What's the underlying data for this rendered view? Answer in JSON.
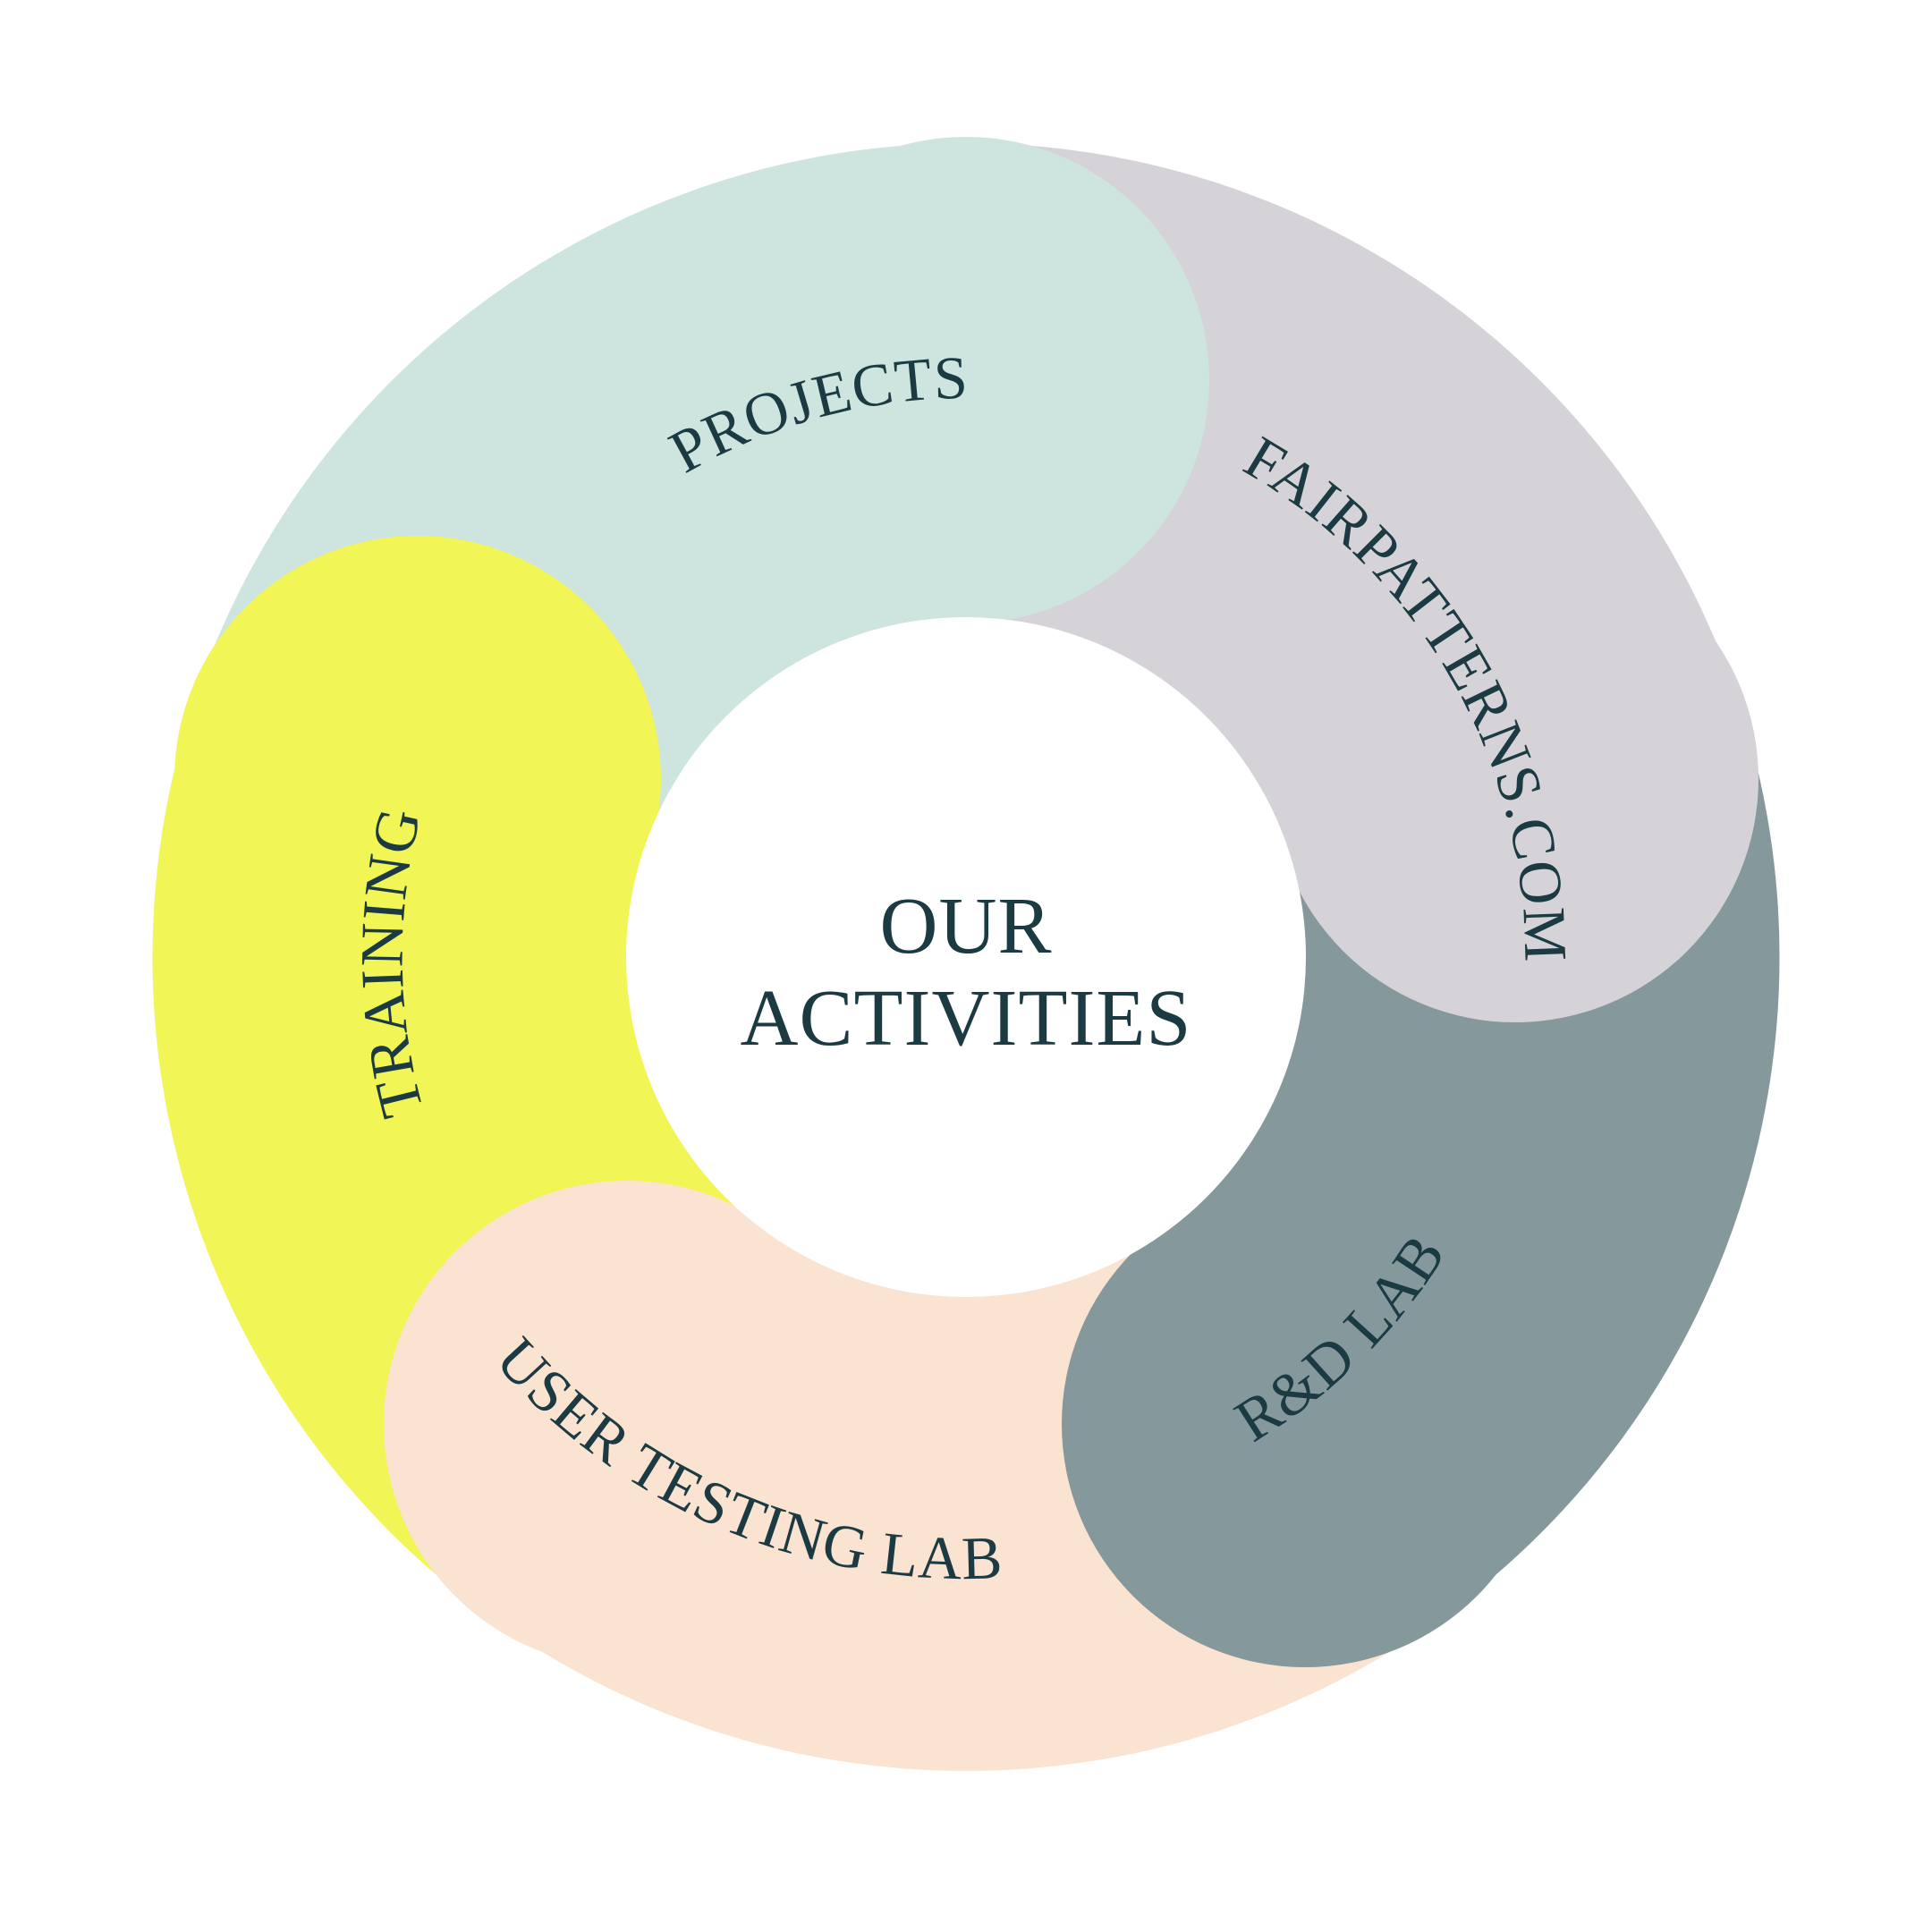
{
  "title": {
    "line1": "OUR",
    "line2": "ACTIVITIES"
  },
  "colors": {
    "background": "#ffffff",
    "center_circle": "#ffffff",
    "text": "#1b3a42"
  },
  "segments": [
    {
      "id": "projects",
      "label": "PROJECTS",
      "color": "#cde4df"
    },
    {
      "id": "fairpatterns-com",
      "label": "FAIRPATTERNS.COM",
      "color": "#d5d3d7"
    },
    {
      "id": "rd-lab",
      "label": "R&D LAB",
      "color": "#85999c"
    },
    {
      "id": "user-testing-lab",
      "label": "USER TESTING LAB",
      "color": "#fae3d1"
    },
    {
      "id": "training",
      "label": "TRAINING",
      "color": "#f1f556"
    }
  ]
}
